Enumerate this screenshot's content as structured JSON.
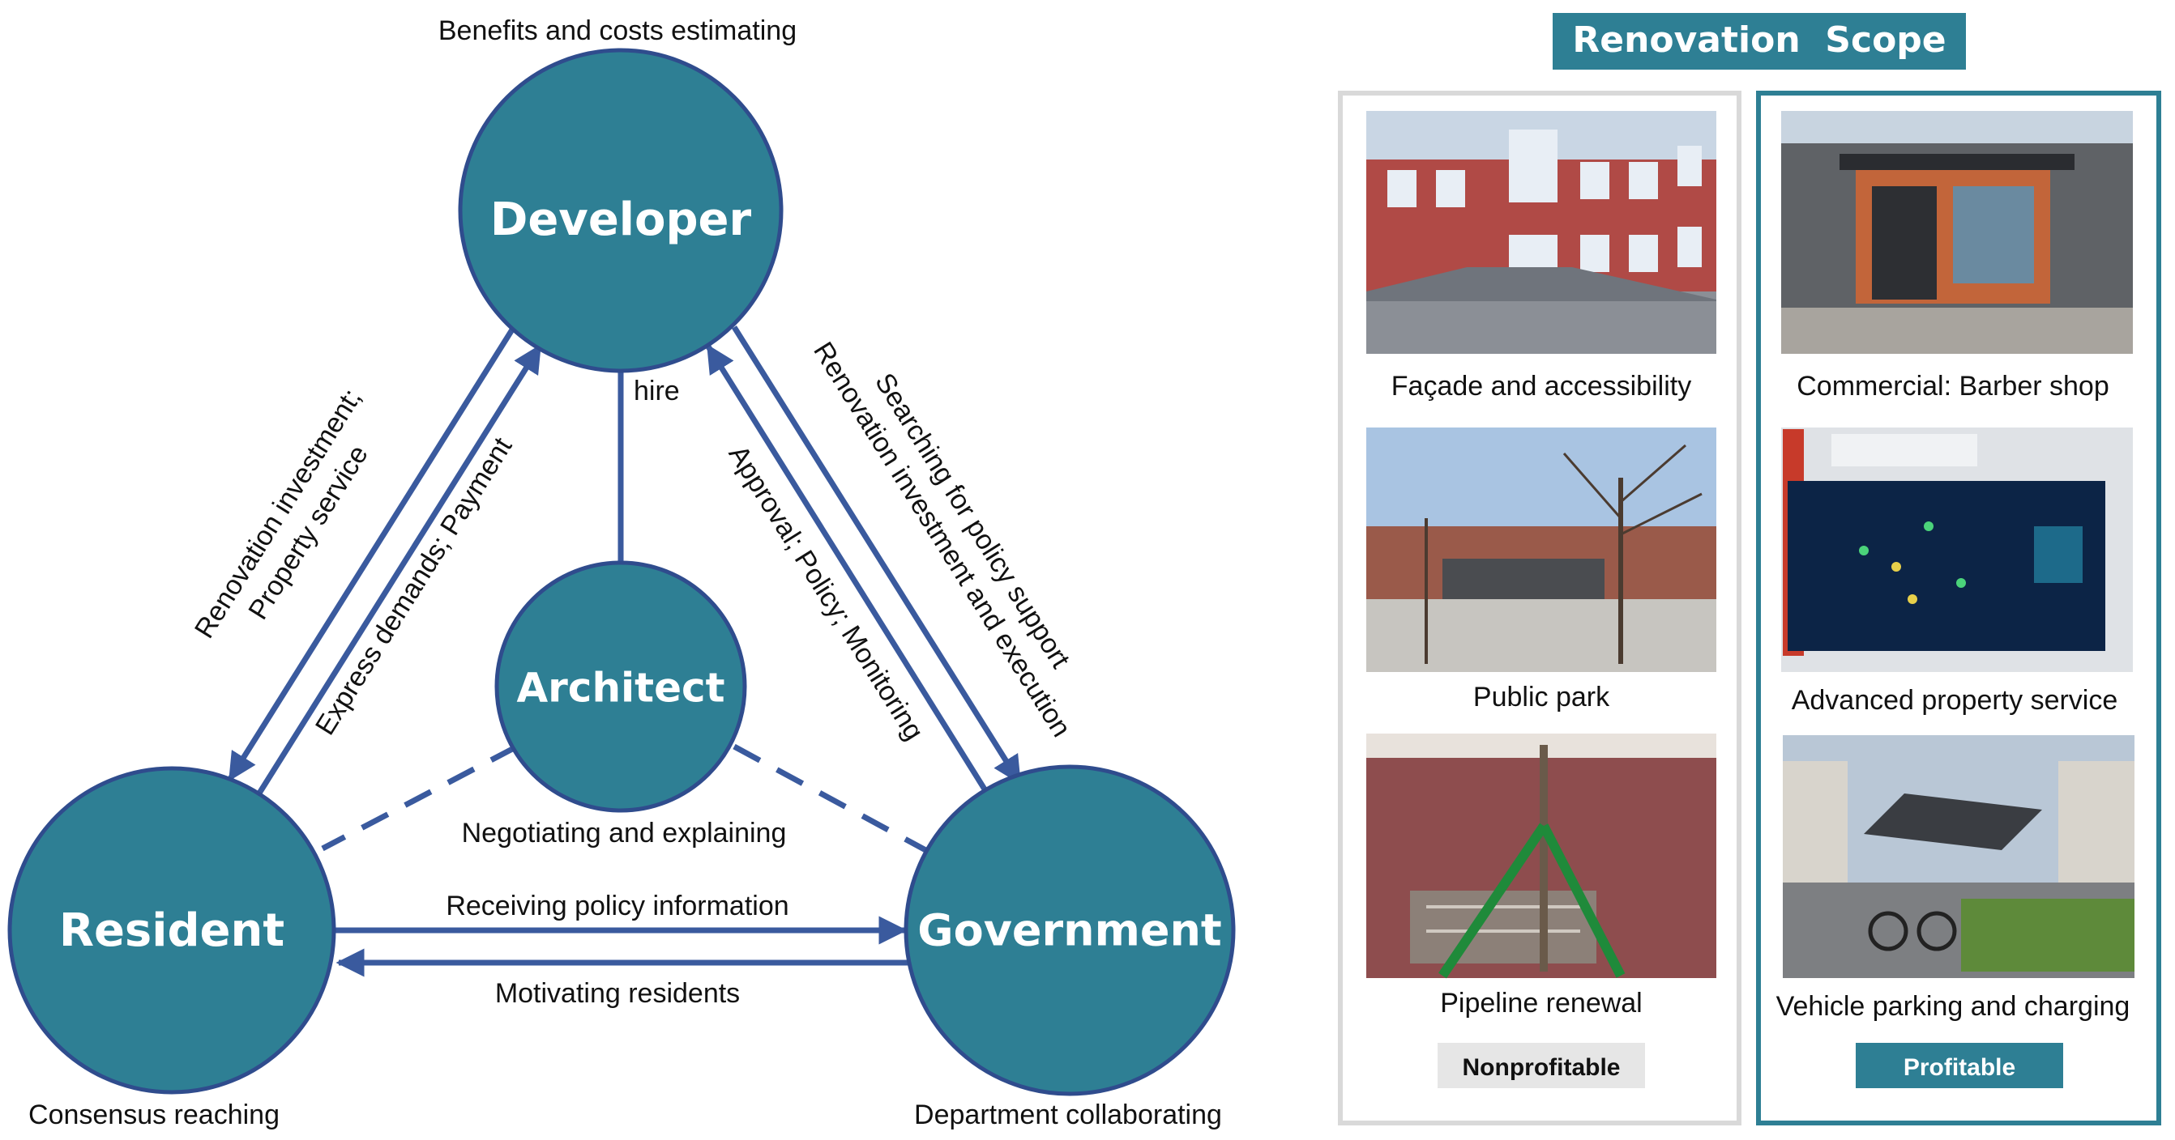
{
  "nodes": {
    "developer": {
      "label": "Developer",
      "caption": "Benefits and costs estimating"
    },
    "architect": {
      "label": "Architect"
    },
    "resident": {
      "label": "Resident",
      "caption": "Consensus reaching"
    },
    "government": {
      "label": "Government",
      "caption": "Department collaborating"
    }
  },
  "edges": {
    "hire": "hire",
    "dev_to_res": [
      "Renovation investment;",
      "Property service"
    ],
    "res_to_dev": "Express demands; Payment",
    "gov_to_dev": "Approval; Policy; Monitoring",
    "dev_to_gov": [
      "Searching for policy support",
      "Renovation investment and execution"
    ],
    "architect_negotiation": "Negotiating and explaining",
    "res_to_gov": "Receiving policy information",
    "gov_to_res": "Motivating residents"
  },
  "scope": {
    "title": "Renovation  Scope",
    "nonprofitable": {
      "label": "Nonprofitable",
      "items": [
        "Façade and accessibility",
        "Public park",
        "Pipeline renewal"
      ]
    },
    "profitable": {
      "label": "Profitable",
      "items": [
        "Commercial: Barber shop",
        "Advanced property service",
        "Vehicle parking and charging"
      ]
    }
  },
  "colors": {
    "node_fill": "#2e7f94",
    "node_stroke": "#2f4c8d",
    "arrow": "#3a5a9e",
    "scope_title_bg": "#2e7f94",
    "profitable_border": "#2e7f94",
    "nonprofitable_border": "#d9d9d9",
    "nonprofitable_badge_bg": "#e6e6e6"
  }
}
